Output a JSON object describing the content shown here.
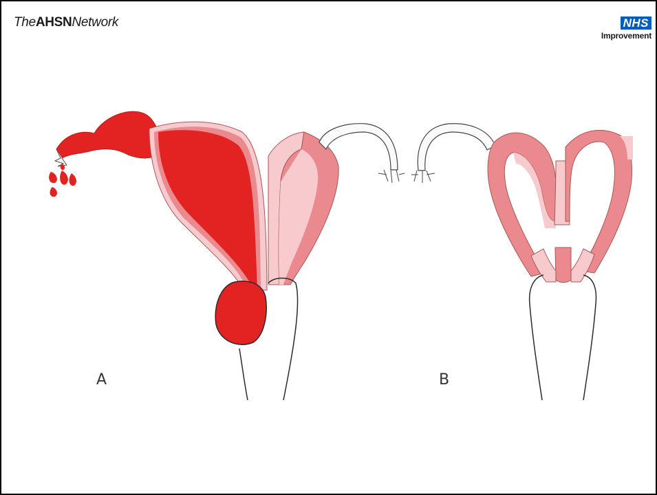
{
  "header": {
    "brand_prefix": "The",
    "brand_bold": "AHSN",
    "brand_suffix": "Network",
    "nhs_mark": "NHS",
    "nhs_sub": "Improvement"
  },
  "panels": {
    "a_label": "A",
    "b_label": "B"
  },
  "colors": {
    "blood": "#e32222",
    "tissue_pink": "#ea8a8f",
    "tissue_light": "#f7cbcd",
    "nhs_blue": "#005eb8",
    "outline": "#2a2a2a"
  }
}
